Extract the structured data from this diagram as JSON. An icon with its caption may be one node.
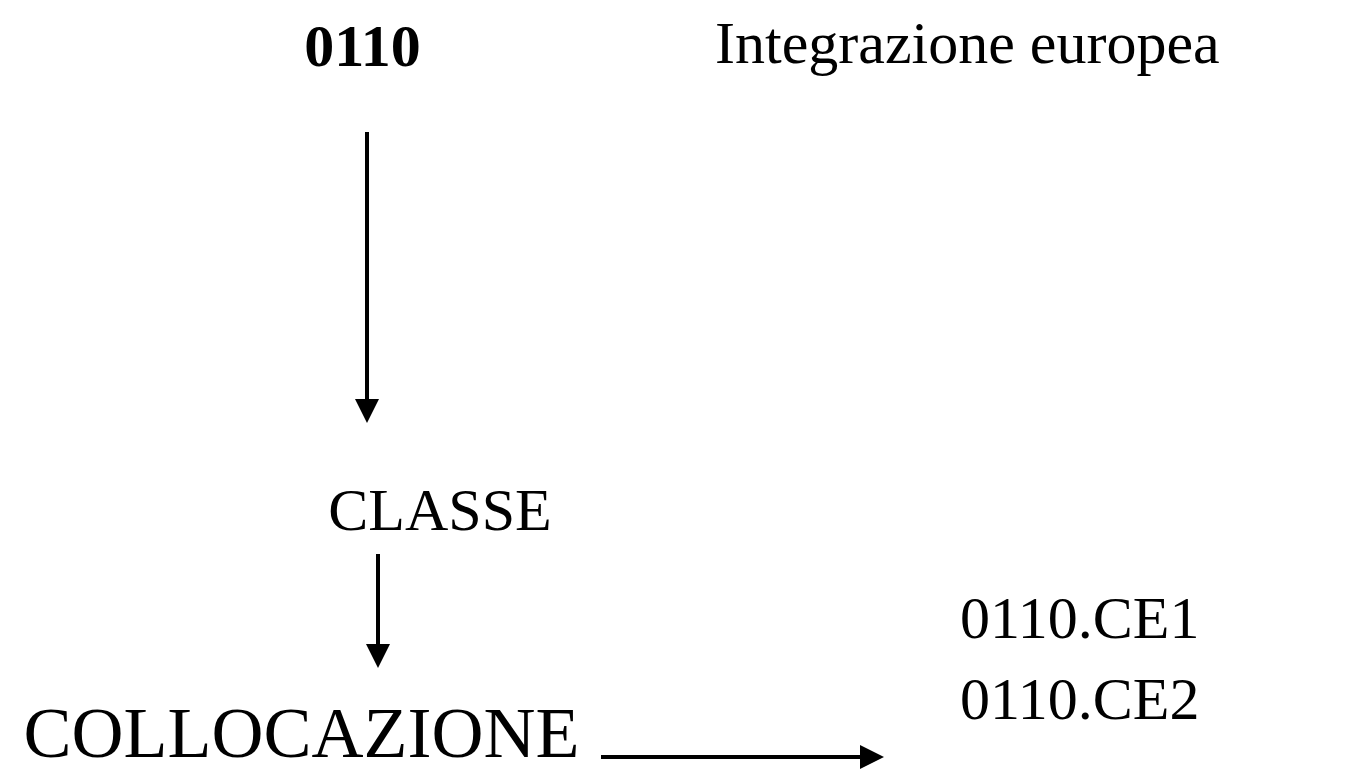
{
  "diagram": {
    "nodes": [
      {
        "text": [
          "0110"
        ]
      },
      {
        "text": [
          "CLASSE"
        ]
      },
      {
        "text": [
          "COLLOCAZIONE"
        ]
      }
    ],
    "edges": [
      {
        "from": 0,
        "to": 1,
        "arrow": "to"
      },
      {
        "from": 1,
        "to": 2,
        "arrow": "to"
      },
      {
        "from": 2,
        "to": null,
        "arrow": "to"
      }
    ],
    "labels": [
      "Integrazione europea",
      "0110.CE1",
      "0110.CE2"
    ]
  }
}
